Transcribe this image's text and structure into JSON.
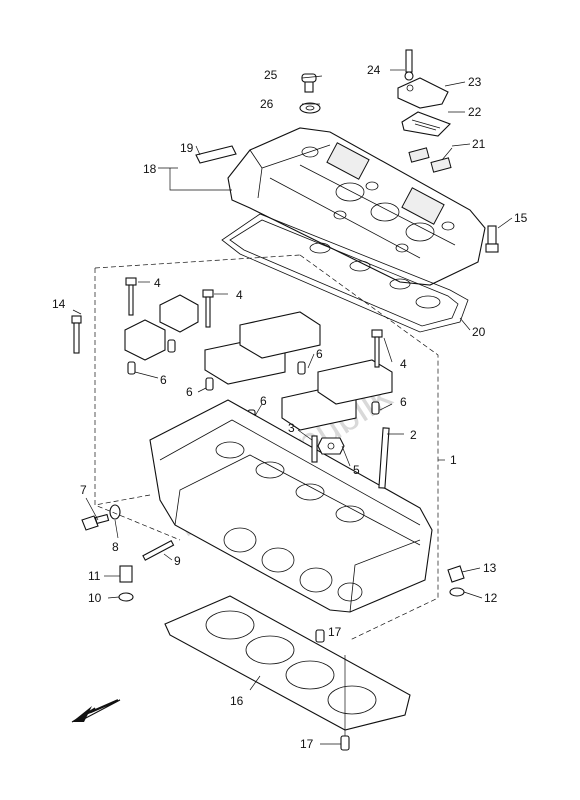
{
  "diagram": {
    "watermark": "PartsRepublik",
    "callouts": {
      "c1": "1",
      "c2": "2",
      "c3": "3",
      "c4a": "4",
      "c4b": "4",
      "c4c": "4",
      "c5": "5",
      "c6a": "6",
      "c6b": "6",
      "c6c": "6",
      "c6d": "6",
      "c6e": "6",
      "c7": "7",
      "c8": "8",
      "c9": "9",
      "c10": "10",
      "c11": "11",
      "c12": "12",
      "c13": "13",
      "c14": "14",
      "c15": "15",
      "c16": "16",
      "c17a": "17",
      "c17b": "17",
      "c18": "18",
      "c19": "19",
      "c20": "20",
      "c21": "21",
      "c22": "22",
      "c23": "23",
      "c24": "24",
      "c25": "25",
      "c26": "26"
    }
  }
}
